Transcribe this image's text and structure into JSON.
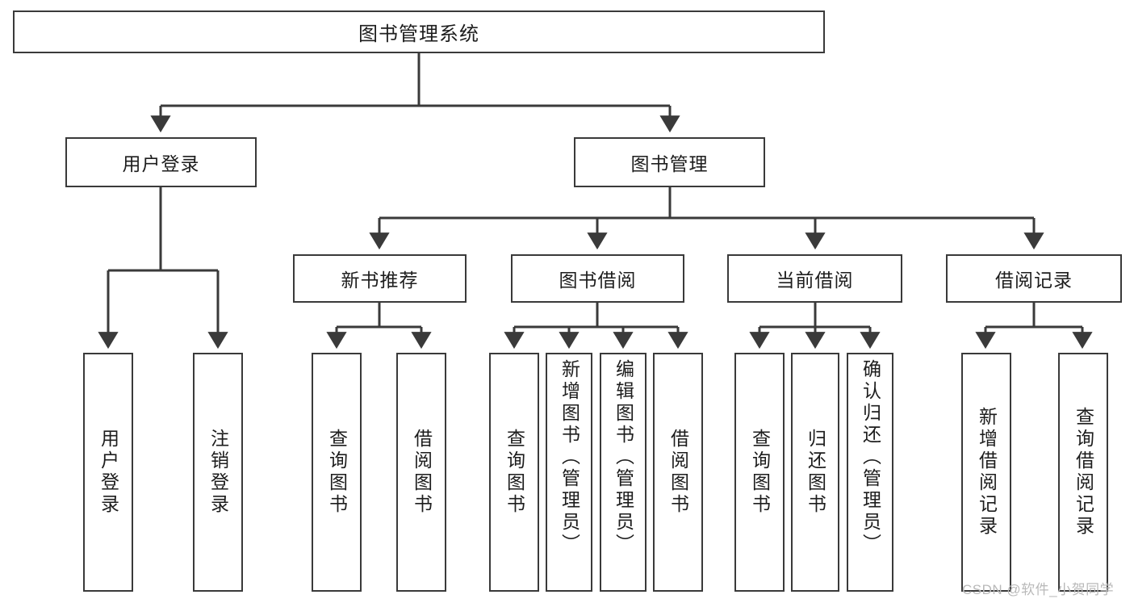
{
  "diagram": {
    "type": "tree-hierarchy-chart",
    "stroke_color": "#3a3a3a",
    "background_color": "#ffffff",
    "text_color": "#1d1d1d",
    "root": {
      "label": "图书管理系统"
    },
    "level2": [
      {
        "id": "user-login",
        "label": "用户登录"
      },
      {
        "id": "book-manage",
        "label": "图书管理"
      }
    ],
    "level3": [
      {
        "id": "new-book-recommend",
        "label": "新书推荐"
      },
      {
        "id": "book-borrow",
        "label": "图书借阅"
      },
      {
        "id": "current-borrow",
        "label": "当前借阅"
      },
      {
        "id": "borrow-record",
        "label": "借阅记录"
      }
    ],
    "leaves": {
      "user_login": [
        {
          "id": "leaf-user-login",
          "label": "用户登录"
        },
        {
          "id": "leaf-logout-login",
          "label": "注销登录"
        }
      ],
      "new_book_recommend": [
        {
          "id": "leaf-query-book-1",
          "label": "查询图书"
        },
        {
          "id": "leaf-borrow-book-1",
          "label": "借阅图书"
        }
      ],
      "book_borrow": [
        {
          "id": "leaf-query-book-2",
          "label": "查询图书"
        },
        {
          "id": "leaf-add-book-admin",
          "label": "新增图书（管理员）"
        },
        {
          "id": "leaf-edit-book-admin",
          "label": "编辑图书（管理员）"
        },
        {
          "id": "leaf-borrow-book-2",
          "label": "借阅图书"
        }
      ],
      "current_borrow": [
        {
          "id": "leaf-query-book-3",
          "label": "查询图书"
        },
        {
          "id": "leaf-return-book",
          "label": "归还图书"
        },
        {
          "id": "leaf-confirm-return-admin",
          "label": "确认归还（管理员）"
        }
      ],
      "borrow_record": [
        {
          "id": "leaf-add-borrow-record",
          "label": "新增借阅记录"
        },
        {
          "id": "leaf-query-borrow-record",
          "label": "查询借阅记录"
        }
      ]
    }
  },
  "watermark": {
    "text": "CSDN @软件_小贺同学"
  }
}
